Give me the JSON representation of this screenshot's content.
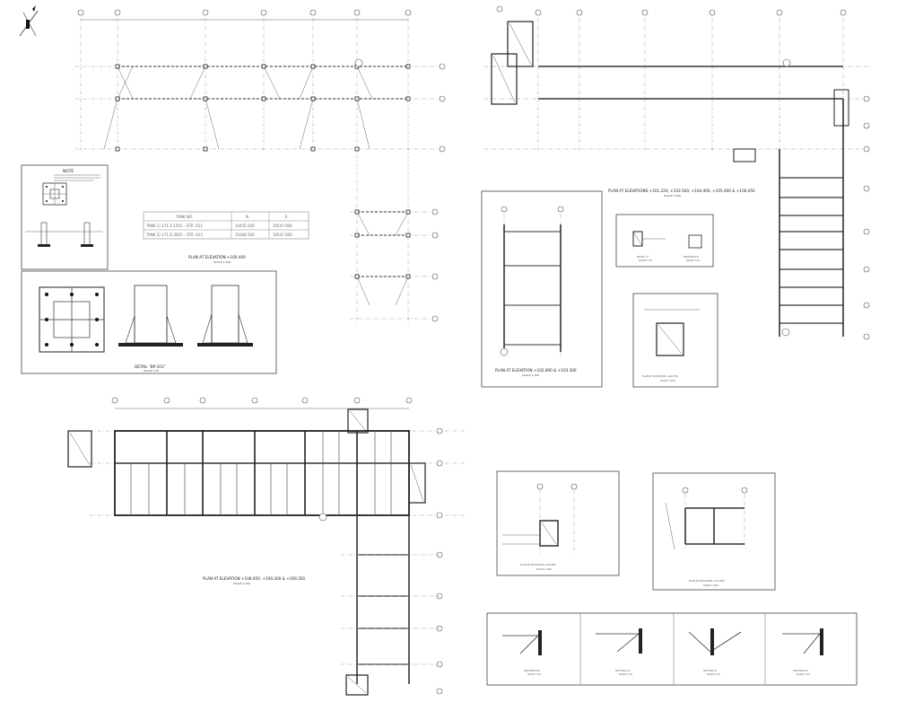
{
  "views": {
    "plan_100400": {
      "title": "PLAN AT ELEVATION +100.400",
      "scale": "SCALE 1:100"
    },
    "plan_multi": {
      "title": "PLAN AT ELEVATIONS +101.220, +103.500, +104.400, +105.400 & +106.050",
      "scale": "SCALE 1:100"
    },
    "plan_102800": {
      "title": "PLAN AT ELEVATION +102.800 & +103.300",
      "scale": "SCALE 1:100"
    },
    "plan_106350": {
      "title": "PLAN AT ELEVATION +106.350",
      "scale": "SCALE 1:100"
    },
    "plan_108": {
      "title": "PLAN AT ELEVATION +108.050, +109.200 & +109.350",
      "scale": "SCALE 1:100"
    },
    "plan_109800": {
      "title": "PLAN AT ELEVATION +109.800",
      "scale": "SCALE 1:100"
    },
    "plan_113400": {
      "title": "PLAN AT ELEVATION +113.400",
      "scale": "SCALE 1:100"
    },
    "detail_bp101": {
      "title": "DETAIL \"BP-101\"",
      "scale": "SCALE 1:25"
    },
    "detail_y": {
      "title": "DETAIL \"Y\"",
      "scale": "SCALE 1:25"
    },
    "section_zz": {
      "title": "SECTION Z-Z",
      "scale": "SCALE 1:25"
    },
    "section_ww": {
      "title": "SECTION W-W",
      "scale": "SCALE 1:25"
    },
    "section_aa": {
      "title": "SECTION A-A",
      "scale": "SCALE 1:25"
    },
    "section_yy": {
      "title": "SECTION Y-Y",
      "scale": "SCALE 1:25"
    },
    "section_zz2": {
      "title": "SECTION Z-Z",
      "scale": "SCALE 1:25"
    }
  },
  "note": {
    "heading": "NOTE"
  },
  "tank_table": {
    "headers": [
      "TANK NO.",
      "N",
      "E"
    ],
    "rows": [
      [
        "TANK 1) 171-Z-1501 – STR. 611",
        "10435.500",
        "10547.000"
      ],
      [
        "TANK 2) 171-Z-3501 – STR. 613",
        "10349.500",
        "10547.000"
      ]
    ]
  },
  "colors": {
    "line": "#333333",
    "grid": "#999999",
    "paper": "#ffffff"
  },
  "icons": [
    "north-arrow-icon",
    "grid-bubble-icon"
  ]
}
